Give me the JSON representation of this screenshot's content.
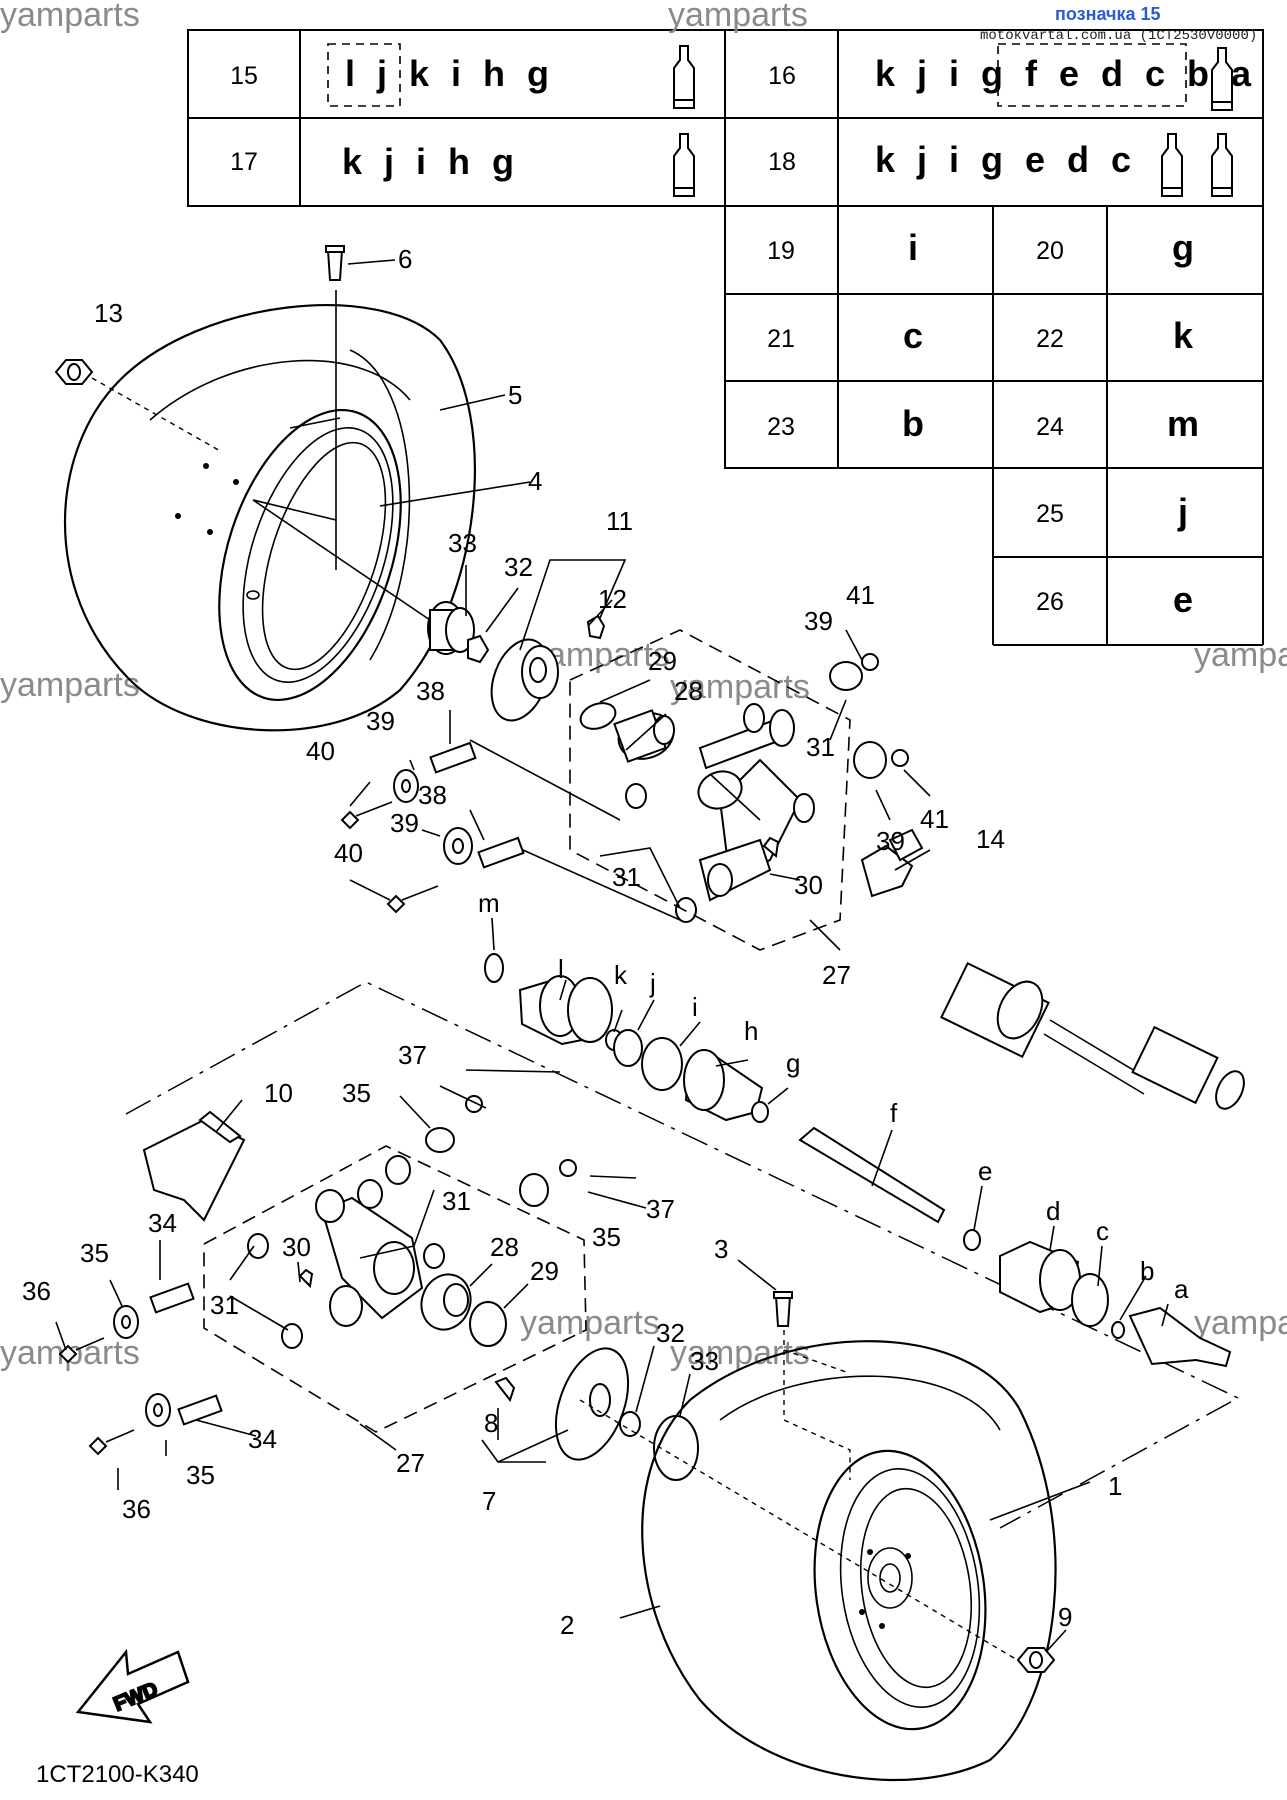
{
  "header": {
    "ref_link": "позначка 15",
    "source": "motokvartal.com.ua (1CT2530V0000)"
  },
  "watermark": "yamparts",
  "diagram_code": "1CT2100-K340",
  "fwd_label": "FWD",
  "legend_top": [
    {
      "num": "15",
      "codes": "l j k i h g",
      "tubes": 1
    },
    {
      "num": "16",
      "codes": "k j i g f e d c b a",
      "tubes": 1
    },
    {
      "num": "17",
      "codes": "k j i h g",
      "tubes": 1
    },
    {
      "num": "18",
      "codes": "k j i g e d c",
      "tubes": 2
    }
  ],
  "legend_grid": [
    {
      "num": "19",
      "code": "i"
    },
    {
      "num": "20",
      "code": "g"
    },
    {
      "num": "21",
      "code": "c"
    },
    {
      "num": "22",
      "code": "k"
    },
    {
      "num": "23",
      "code": "b"
    },
    {
      "num": "24",
      "code": "m"
    },
    {
      "num": "25",
      "code": "j"
    },
    {
      "num": "26",
      "code": "e"
    }
  ],
  "callouts": [
    "1",
    "2",
    "3",
    "4",
    "5",
    "6",
    "7",
    "8",
    "9",
    "10",
    "11",
    "12",
    "13",
    "14",
    "27",
    "28",
    "29",
    "30",
    "31",
    "32",
    "33",
    "34",
    "35",
    "36",
    "37",
    "38",
    "39",
    "40",
    "41",
    "a",
    "b",
    "c",
    "d",
    "e",
    "f",
    "g",
    "h",
    "i",
    "j",
    "k",
    "l",
    "m"
  ]
}
